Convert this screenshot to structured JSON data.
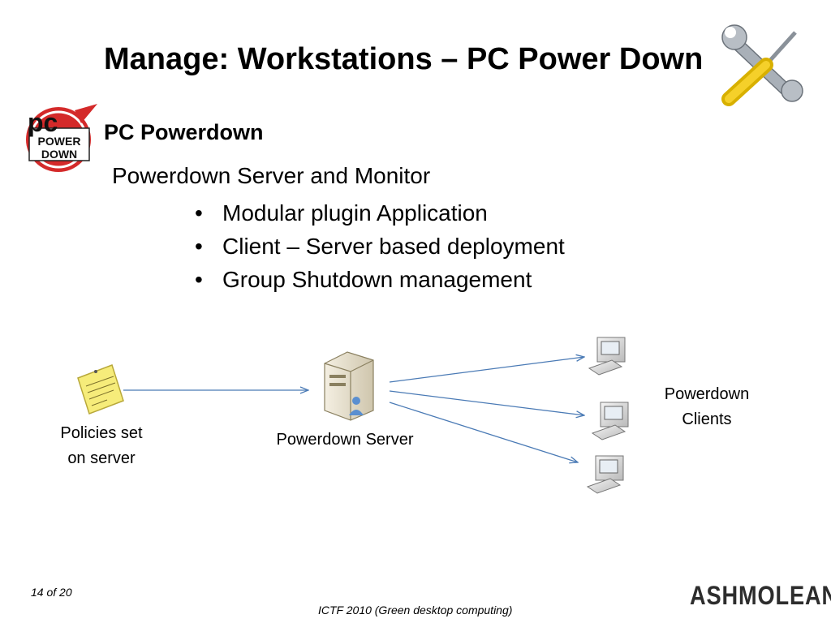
{
  "slide": {
    "title": "Manage: Workstations – PC Power Down",
    "subtitle": "PC Powerdown",
    "lead": "Powerdown Server and Monitor",
    "bullets": [
      "Modular plugin Application",
      "Client – Server based deployment",
      "Group Shutdown management"
    ]
  },
  "logo": {
    "line1": "pc",
    "line2": "POWER",
    "line3": "DOWN"
  },
  "diagram": {
    "policies_label_1": "Policies set",
    "policies_label_2": "on server",
    "server_label": "Powerdown Server",
    "clients_label_1": "Powerdown",
    "clients_label_2": "Clients"
  },
  "footer": {
    "page": "14 of 20",
    "event": "ICTF 2010 (Green desktop computing)",
    "brand": "ASHMOLEAN"
  },
  "colors": {
    "arrow": "#4a7ab5",
    "logo_red": "#d42a2a"
  }
}
